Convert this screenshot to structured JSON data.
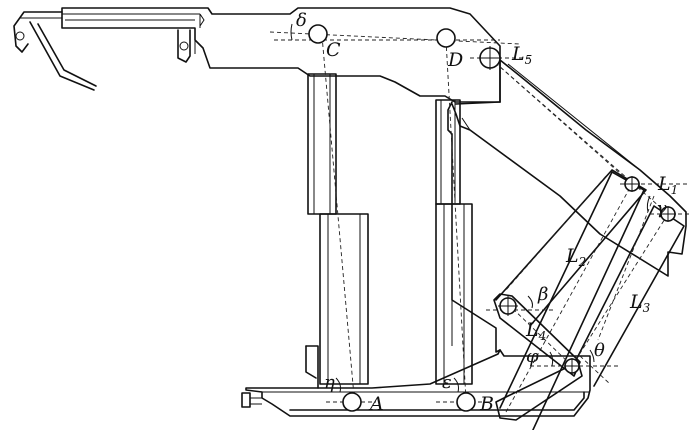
{
  "points": {
    "A": "A",
    "B": "B",
    "C": "C",
    "D": "D"
  },
  "links": {
    "L1": {
      "base": "L",
      "sub": "1"
    },
    "L2": {
      "base": "L",
      "sub": "2"
    },
    "L3": {
      "base": "L",
      "sub": "3"
    },
    "L4": {
      "base": "L",
      "sub": "4"
    },
    "L5": {
      "base": "L",
      "sub": "5"
    }
  },
  "angles": {
    "delta": "δ",
    "gamma": "γ",
    "beta": "β",
    "phi": "φ",
    "theta": "θ",
    "eta": "η",
    "epsilon": "ε"
  }
}
